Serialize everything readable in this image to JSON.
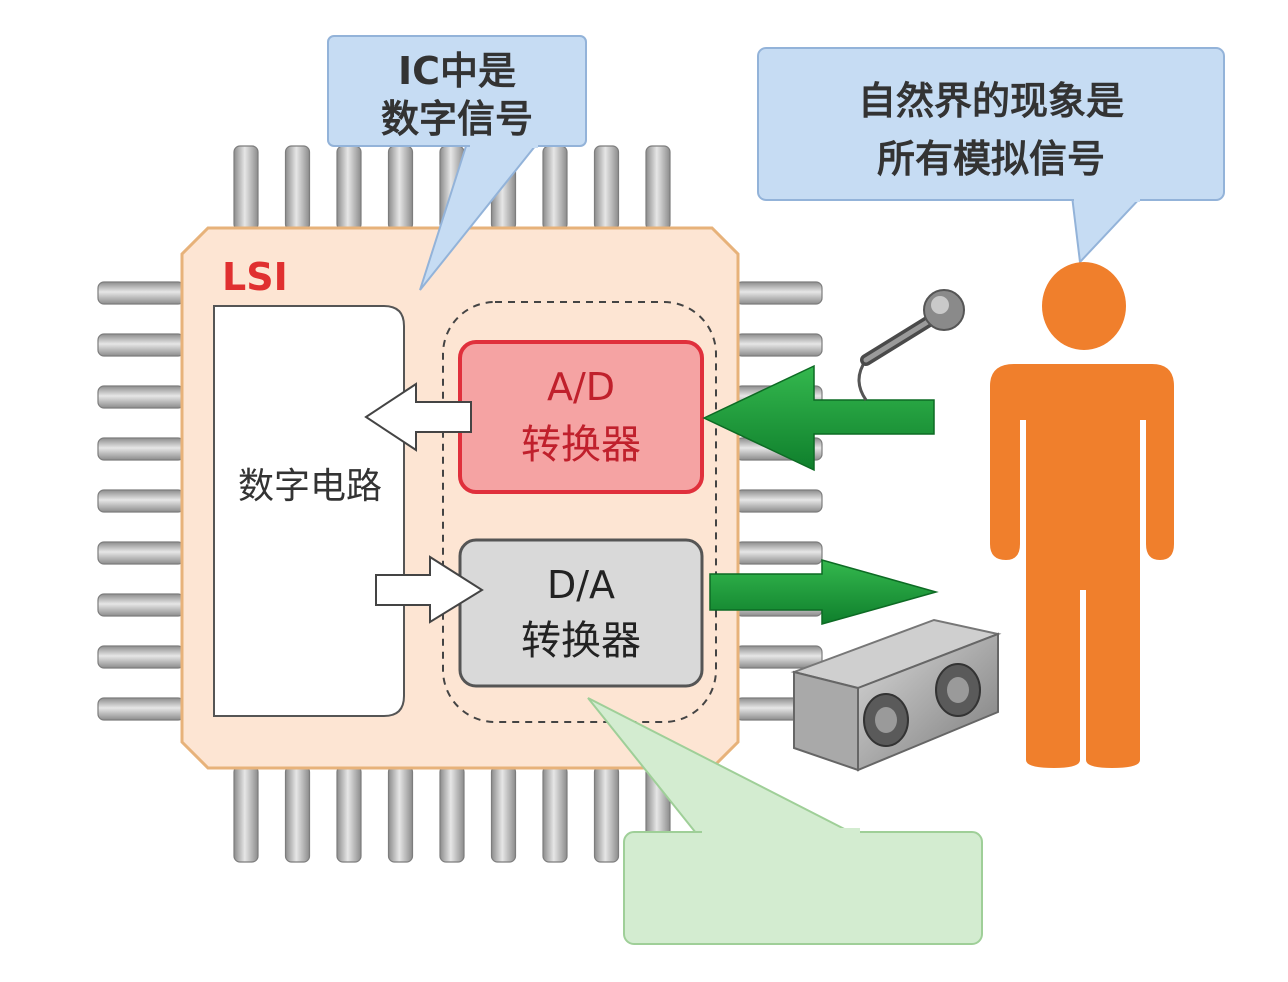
{
  "chip": {
    "label": "LSI",
    "digital_circuit_label": "数字电路",
    "ad_converter": {
      "line1": "A/D",
      "line2": "转换器"
    },
    "da_converter": {
      "line1": "D/A",
      "line2": "转换器"
    }
  },
  "callouts": {
    "ic": {
      "line1": "IC中是",
      "line2": "数字信号"
    },
    "nature": {
      "line1": "自然界的现象是",
      "line2": "所有模拟信号"
    },
    "green": {
      "line1": "",
      "line2": ""
    }
  },
  "colors": {
    "chip_body": "#fde5d3",
    "chip_border": "#e7b27a",
    "lsi_text": "#e03030",
    "ad_fill": "#f5a3a3",
    "ad_border": "#e0303c",
    "da_fill": "#d9d9d9",
    "callout_blue": "#c6dcf3",
    "callout_blue_border": "#93b3d9",
    "callout_green": "#d3ecd0",
    "callout_green_border": "#9fcf98",
    "person": "#f07f2c",
    "signal_arrow": "#1a9a3a",
    "pin": "#b9b9b9"
  },
  "icons": [
    "microphone-icon",
    "speaker-icon",
    "person-icon"
  ]
}
